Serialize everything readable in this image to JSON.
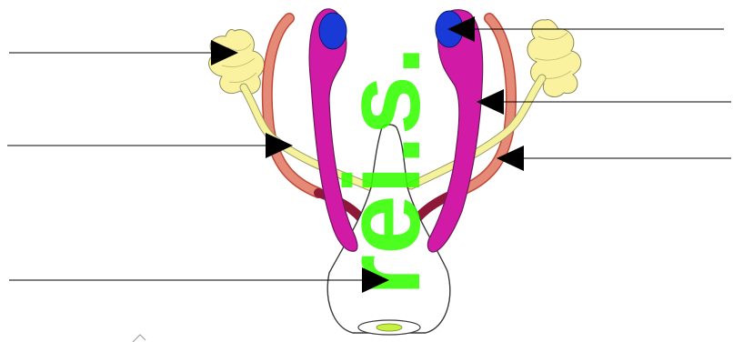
{
  "diagram": {
    "colors": {
      "background": "#ffffff",
      "pointer": "#000000",
      "gland": "#fbf2a0",
      "gland_outline": "#8a8a5a",
      "duct": "#f6f29a",
      "duct_outline": "#9a9a6a",
      "tube_outer": "#e48a76",
      "tube_inner": "#c04a3a",
      "organ": "#d11aa6",
      "organ_outline": "#6a1a5a",
      "cap": "#1a3ad8",
      "loop": "#8e1838",
      "body_outline": "#3a3a3a",
      "opening": "#c8f040",
      "watermark": "#33ff00"
    },
    "watermark_text": "rei.s.",
    "label_pointers": [
      {
        "id": "pointer-left-1",
        "side": "left"
      },
      {
        "id": "pointer-left-2",
        "side": "left"
      },
      {
        "id": "pointer-left-3",
        "side": "left"
      },
      {
        "id": "pointer-right-1",
        "side": "right"
      },
      {
        "id": "pointer-right-2",
        "side": "right"
      },
      {
        "id": "pointer-right-3",
        "side": "right"
      }
    ]
  }
}
